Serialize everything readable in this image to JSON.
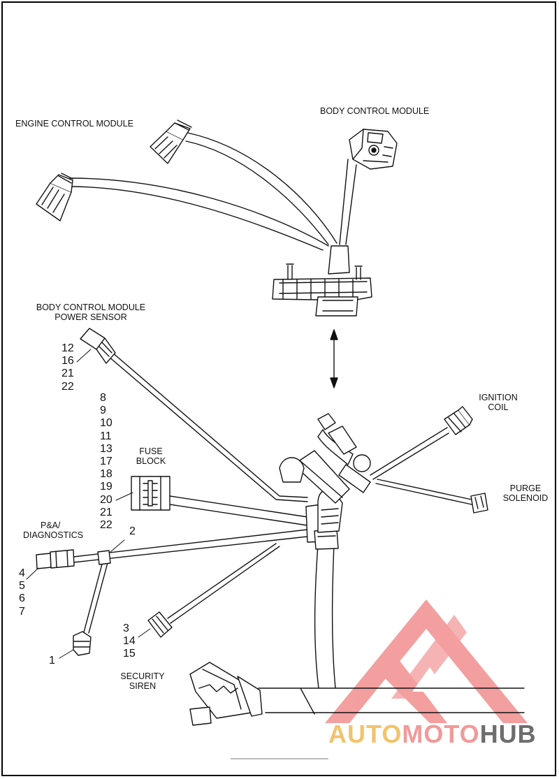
{
  "labels": {
    "ecm": "ENGINE CONTROL MODULE",
    "bcm": "BODY CONTROL MODULE",
    "bcm_power_1": "BODY CONTROL MODULE",
    "bcm_power_2": "POWER SENSOR",
    "ignition_1": "IGNITION",
    "ignition_2": "COIL",
    "purge_1": "PURGE",
    "purge_2": "SOLENOID",
    "fuse_1": "FUSE",
    "fuse_2": "BLOCK",
    "pa_1": "P&A/",
    "pa_2": "DIAGNOSTICS",
    "siren_1": "SECURITY",
    "siren_2": "SIREN"
  },
  "callouts": {
    "bcm_power": [
      "12",
      "16",
      "21",
      "22"
    ],
    "fuse_block": [
      "8",
      "9",
      "10",
      "11",
      "13",
      "17",
      "18",
      "19",
      "20",
      "21",
      "22"
    ],
    "pa_diag": [
      "4",
      "5",
      "6",
      "7"
    ],
    "siren": [
      "3",
      "14",
      "15"
    ],
    "clip": "2",
    "bottom_connector": "1"
  },
  "watermark": {
    "part1": "AUTO",
    "part2": "MOTO",
    "part3": "HUB",
    "colors": {
      "auto": "#f3c36b",
      "moto": "#f19a9a",
      "hub": "#6d6d6d",
      "logo": "#f08080"
    }
  }
}
